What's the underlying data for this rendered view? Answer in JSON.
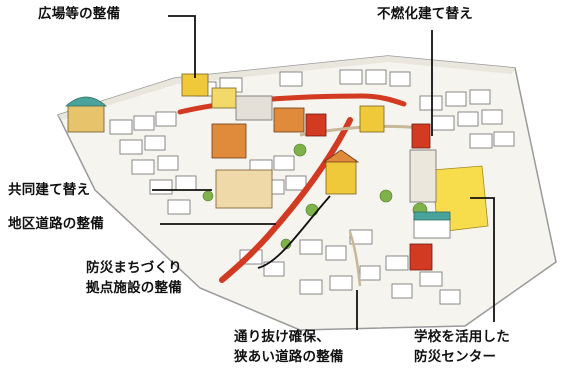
{
  "labels": {
    "plaza": "広場等の整備",
    "fireproof": "不燃化建て替え",
    "joint_rebuild": "共同建て替え",
    "district_road": "地区道路の整備",
    "disaster_hub": [
      "防災まちづくり",
      "拠点施設の整備"
    ],
    "alley": [
      "通り抜け確保、",
      "狭あい道路の整備"
    ],
    "school_center": [
      "学校を活用した",
      "防災センター"
    ]
  },
  "colors": {
    "road_red": "#d23a22",
    "building_orange": "#e08a3c",
    "building_yellow": "#f0c93a",
    "school_green": "#4aa39a",
    "roof_gray": "#bdbdbd",
    "leader_line": "#111111"
  }
}
